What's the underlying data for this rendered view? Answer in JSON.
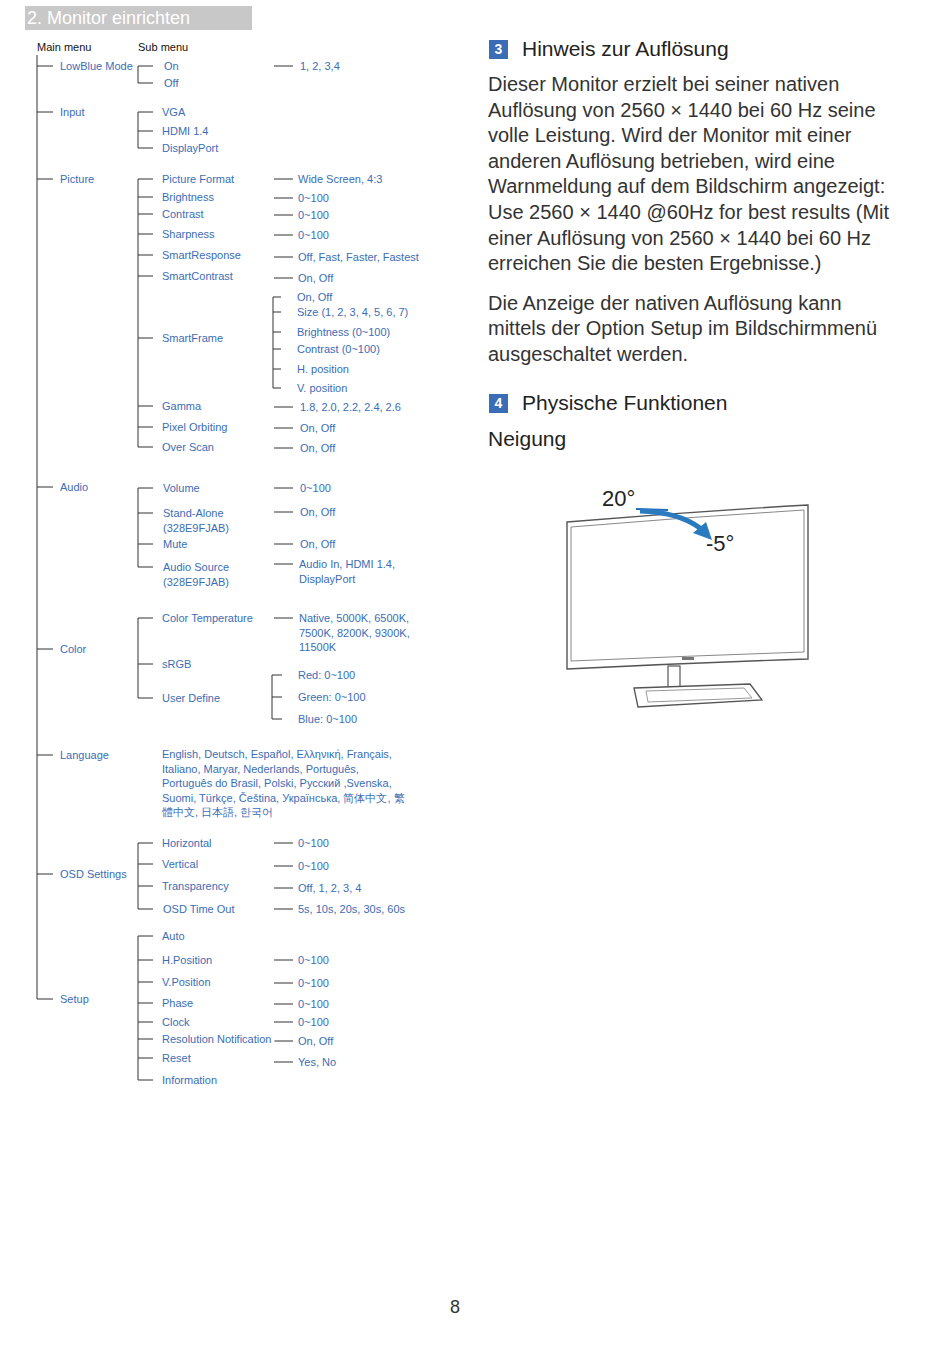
{
  "diagram": {
    "title": "2. Monitor einrichten",
    "nodes": [
      {
        "text": [
          "3"
        ]
      },
      {
        "text": [
          "4"
        ]
      }
    ],
    "labels": [
      "Main menu",
      "Sub menu",
      "LowBlue Mode",
      "On",
      "Off",
      "1, 2, 3,4",
      "Input",
      "VGA",
      "HDMI 1.4",
      "DisplayPort",
      "Picture",
      "Picture Format",
      "Wide Screen, 4:3",
      "Brightness",
      "0~100",
      "Contrast",
      "0~100",
      "Sharpness",
      "0~100",
      "SmartResponse",
      "Off, Fast, Faster, Fastest",
      "SmartContrast",
      "On, Off",
      "SmartFrame",
      "On, Off",
      "Size (1, 2, 3, 4, 5, 6, 7)",
      "Brightness (0~100)",
      "Contrast (0~100)",
      "H. position",
      "V. position",
      "Gamma",
      "1.8, 2.0, 2.2, 2.4, 2.6",
      "Pixel Orbiting",
      "On, Off",
      "Over Scan",
      "On, Off",
      "Audio",
      "Volume",
      "0~100",
      "Stand-Alone (328E9FJAB)",
      "On, Off",
      "Mute",
      "On, Off",
      "Audio Source (328E9FJAB)",
      "Audio In, HDMI 1.4, DisplayPort",
      "Color",
      "Color Temperature",
      "Native, 5000K, 6500K, 7500K, 8200K, 9300K, 11500K",
      "sRGB",
      "User Define",
      "Red: 0~100",
      "Green: 0~100",
      "Blue: 0~100",
      "Language",
      "English, Deutsch, Español, Ελληνική, Français, Italiano, Maryar, Nederlands, Português, Português do Brasil, Polski, Русский ,Svenska, Suomi, Türkçe, Čeština, Українська, 简体中文, 繁體中文, 日本語, 한국어",
      "OSD Settings",
      "Horizontal",
      "0~100",
      "Vertical",
      "0~100",
      "Transparency",
      "Off, 1, 2, 3, 4",
      "OSD Time Out",
      "5s, 10s, 20s, 30s, 60s",
      "Setup",
      "Auto",
      "H.Position",
      "0~100",
      "V.Position",
      "0~100",
      "Phase",
      "0~100",
      "Clock",
      "0~100",
      "Resolution Notification",
      "On, Off",
      "Reset",
      "Yes, No",
      "Information",
      "Hinweis zur Auflösung",
      "Dieser Monitor erzielt bei seiner nativen Auflösung von 2560 × 1440 bei 60 Hz seine volle Leistung. Wird der Monitor mit einer anderen Auflösung betrieben, wird eine Warnmeldung auf dem Bildschirm angezeigt: Use 2560 × 1440 @60Hz for best results (Mit einer Auflösung von 2560 × 1440 bei 60 Hz erreichen Sie die besten Ergebnisse.)",
      "Die Anzeige der nativen Auflösung kann mittels der Option Setup im Bildschirmmenü ausgeschaltet werden.",
      "Physische Funktionen",
      "Neigung",
      "20°",
      "-5°",
      "8"
    ]
  }
}
